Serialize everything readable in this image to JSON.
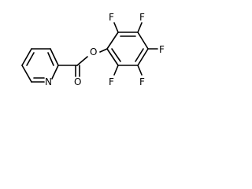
{
  "atoms": {
    "ring_nitrogen": "N",
    "carbonyl_oxygen": "O",
    "ester_oxygen": "O",
    "fluorine_top_left": "F",
    "fluorine_top_right": "F",
    "fluorine_right": "F",
    "fluorine_bottom_right": "F",
    "fluorine_bottom_left": "F"
  }
}
